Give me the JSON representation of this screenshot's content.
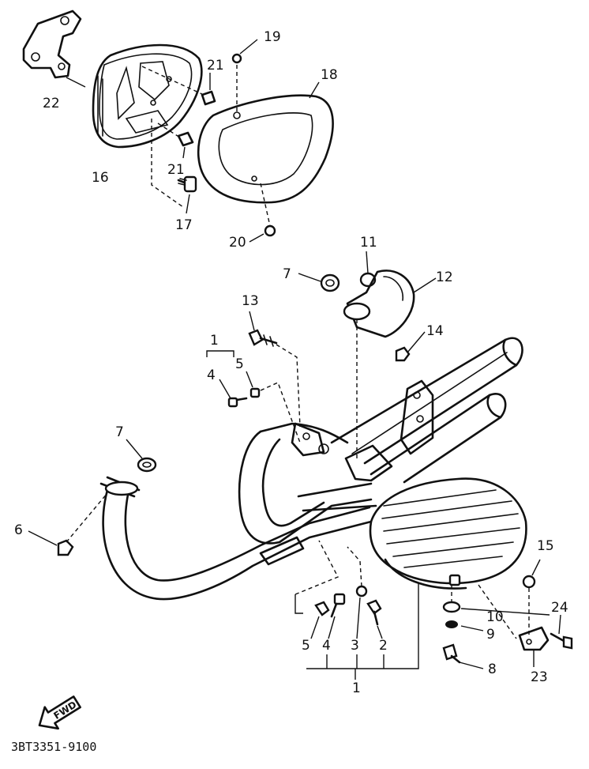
{
  "diagram_code": "3BT3351-9100",
  "fwd_label": "FWD",
  "callouts": {
    "c1_top": "1",
    "c1_bottom": "1",
    "c2": "2",
    "c3": "3",
    "c4_top": "4",
    "c4_bottom": "4",
    "c5_top": "5",
    "c5_bottom": "5",
    "c6": "6",
    "c7_top": "7",
    "c7_left": "7",
    "c8": "8",
    "c9": "9",
    "c10": "10",
    "c11": "11",
    "c12": "12",
    "c13": "13",
    "c14": "14",
    "c15": "15",
    "c16": "16",
    "c17": "17",
    "c18": "18",
    "c19": "19",
    "c20": "20",
    "c21_top": "21",
    "c21_bottom": "21",
    "c22": "22",
    "c23": "23",
    "c24": "24"
  },
  "icons": {
    "fwd_arrow": "fwd-arrow-icon"
  }
}
